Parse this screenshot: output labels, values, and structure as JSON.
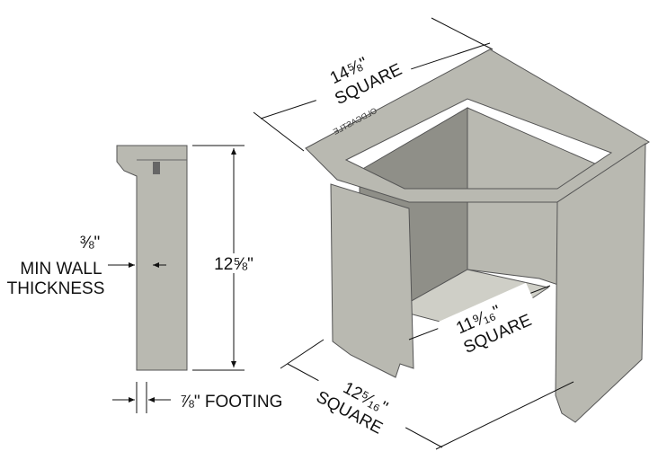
{
  "section_view": {
    "height_label": "12⅝\"",
    "wall_label_line1": "⅜\"",
    "wall_label_line2": "MIN WALL",
    "wall_label_line3": "THICKNESS",
    "footing_label": "⅞\" FOOTING"
  },
  "iso_view": {
    "top_label_line1": "14⅝\"",
    "top_label_line2": "SQUARE",
    "inner_label_line1": "11⁹⁄₁₆\"",
    "inner_label_line2": "SQUARE",
    "bottom_label_line1": "12⁵⁄₁₆\"",
    "bottom_label_line2": "SQUARE",
    "brand_emboss": "OLDCASTLE"
  },
  "colors": {
    "concrete": "#b9b9b1",
    "concrete_light": "#cfcfc7",
    "concrete_dark": "#8f8f88"
  }
}
